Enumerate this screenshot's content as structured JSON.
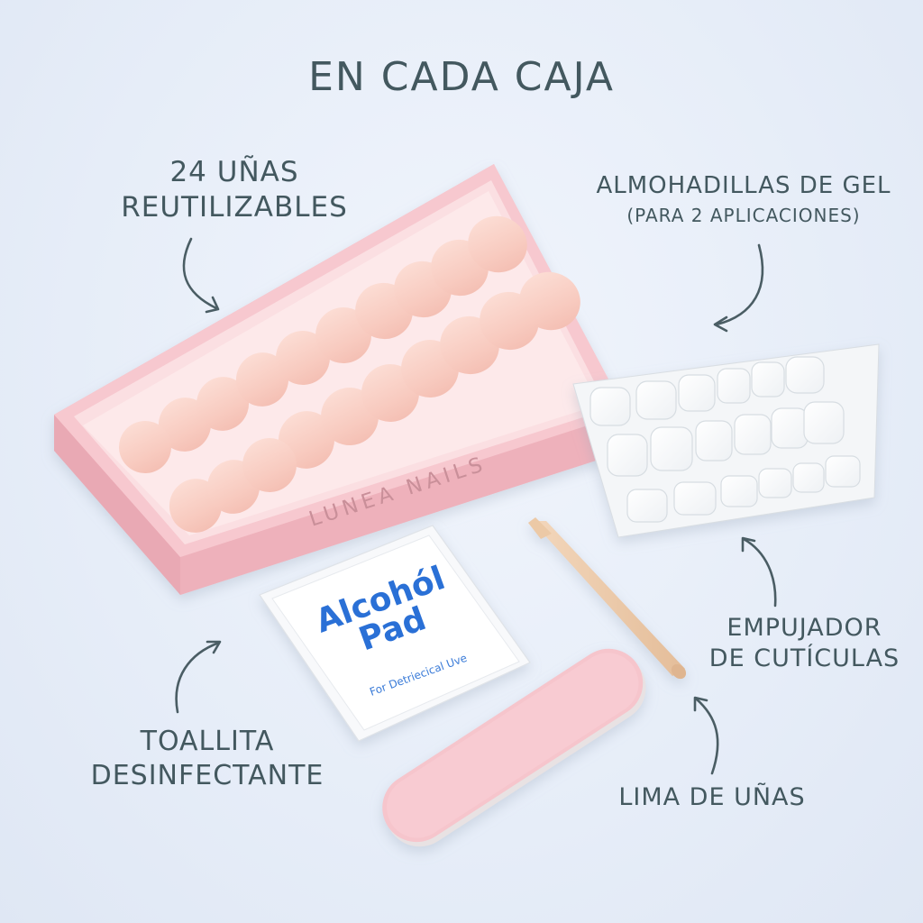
{
  "title": "EN CADA CAJA",
  "labels": {
    "nails": [
      "24 UÑAS",
      "REUTILIZABLES"
    ],
    "gel": [
      "ALMOHADILLAS DE GEL",
      "(PARA 2 APLICACIONES)"
    ],
    "pusher": [
      "EMPUJADOR",
      "DE CUTÍCULAS"
    ],
    "wipe": [
      "TOALLITA",
      "DESINFECTANTE"
    ],
    "file": [
      "LIMA DE UÑAS"
    ]
  },
  "box": {
    "brand": "LUNEA NAILS"
  },
  "alcohol_pad": {
    "line1": "Alcohól",
    "line2": "Pad",
    "subtitle": "For Detriecical Uve"
  },
  "colors": {
    "text": "#43585f",
    "box_pink": "#f6c3cb",
    "nail": "#f8cfc6",
    "pad_blue": "#2a6fd6",
    "file_pink": "#f7c6cd"
  }
}
